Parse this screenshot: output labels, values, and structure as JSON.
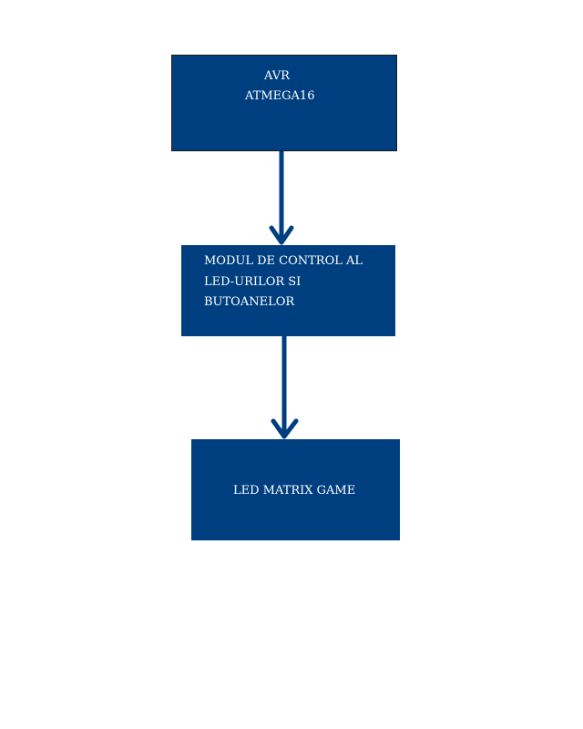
{
  "diagram": {
    "nodes": [
      {
        "id": "avr",
        "lines": [
          "AVR",
          "ATMEGA16"
        ]
      },
      {
        "id": "control",
        "lines": [
          "MODUL DE CONTROL AL",
          "LED-URILOR SI",
          "BUTOANELOR"
        ]
      },
      {
        "id": "game",
        "lines": [
          "LED MATRIX GAME"
        ]
      }
    ],
    "edges": [
      {
        "from": "avr",
        "to": "control"
      },
      {
        "from": "control",
        "to": "game"
      }
    ],
    "colors": {
      "node_fill": "#003f7f",
      "node_text": "#ffffff",
      "arrow": "#003f7f"
    }
  }
}
